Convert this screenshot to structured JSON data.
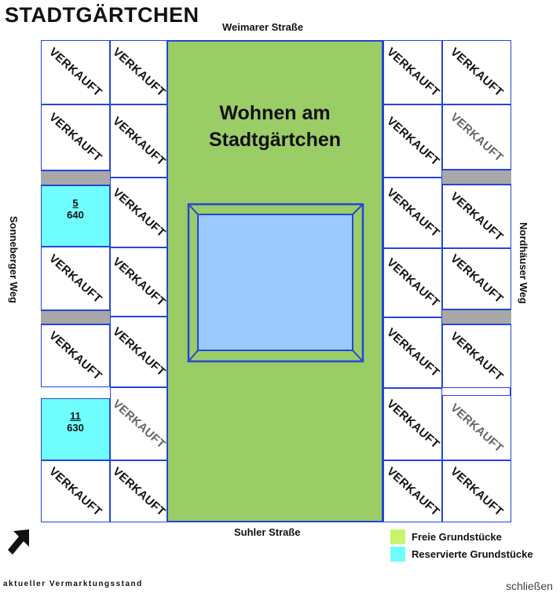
{
  "title": "STADTGÄRTCHEN",
  "streets": {
    "top": "Weimarer Straße",
    "bottom": "Suhler Straße",
    "left": "Sonneberger Weg",
    "right": "Nordhäuser Weg"
  },
  "center": {
    "line1": "Wohnen am",
    "line2": "Stadtgärtchen"
  },
  "plots": {
    "sold_label": "VERKAUFT",
    "reserved": [
      {
        "number": "5",
        "size": "640"
      },
      {
        "number": "11",
        "size": "630"
      }
    ]
  },
  "legend": [
    {
      "label": "Freie Grundstücke",
      "color": "#c8f569"
    },
    {
      "label": "Reservierte Grundstücke",
      "color": "#6ffdfd"
    }
  ],
  "status_text": "aktueller Vermarktungsstand",
  "close_label": "schließen",
  "colors": {
    "outline": "#2545d8",
    "park": "#9bcd67",
    "pond": "#99c9ff",
    "path": "#a8a8a8",
    "reserved": "#6ffdfd",
    "free": "#c8f569"
  },
  "icons": {
    "north_arrow": "north-arrow-icon"
  }
}
